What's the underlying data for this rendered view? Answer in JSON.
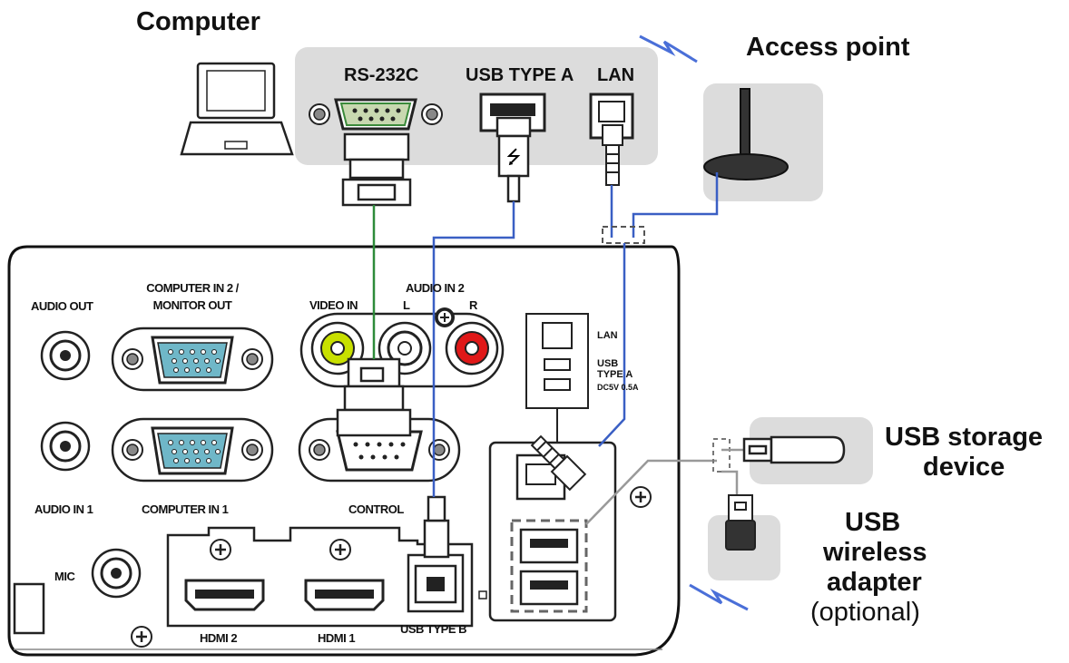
{
  "labels": {
    "computer": "Computer",
    "access_point": "Access point",
    "usb_storage_line1": "USB storage",
    "usb_storage_line2": "device",
    "usb_wireless_line1": "USB",
    "usb_wireless_line2": "wireless",
    "usb_wireless_line3": "adapter",
    "usb_wireless_line4": "(optional)"
  },
  "computer_ports": {
    "rs232c": "RS-232C",
    "usb_type_a": "USB TYPE A",
    "lan": "LAN"
  },
  "panel": {
    "audio_out": "AUDIO OUT",
    "computer_in2_line1": "COMPUTER IN 2 /",
    "computer_in2_line2": "MONITOR OUT",
    "video_in": "VIDEO IN",
    "audio_in2": "AUDIO IN 2",
    "audio_l": "L",
    "audio_r": "R",
    "lan": "LAN",
    "usb_line1": "USB",
    "usb_line2": "TYPE A",
    "usb_line3": "DC5V 0.5A",
    "audio_in1": "AUDIO IN 1",
    "computer_in1": "COMPUTER IN 1",
    "control": "CONTROL",
    "mic": "MIC",
    "hdmi2": "HDMI 2",
    "hdmi1": "HDMI 1",
    "usb_type_b": "USB TYPE B"
  },
  "colors": {
    "serial_cable": "#2e8b3a",
    "usb_cable": "#3a5fc4",
    "lan_cable": "#3a5fc4",
    "wireless_signal": "#4a6fd8",
    "video_jack": "#c8e000",
    "audio_r_jack": "#e01818",
    "vga_blue": "#6fb7c8",
    "gray_panel": "#dcdcdc"
  }
}
